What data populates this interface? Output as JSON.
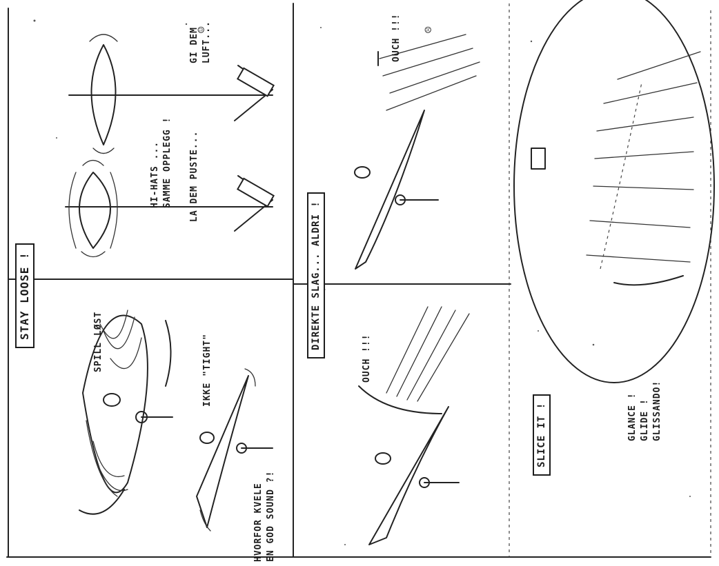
{
  "panels": {
    "stay_loose": {
      "title": "STAY LOOSE !",
      "spill_lost": "SPILL LØST",
      "ikke_tight": "IKKE \"TIGHT\"",
      "hvorfor_line1": "HVORFOR KVELE",
      "hvorfor_line2": "EN GOD SOUND ?!",
      "hihats_line1": "HI-HATS ...",
      "hihats_line2": "SAMME OPPLEGG !",
      "la_dem_puste": "LA DEM PUSTE...",
      "gi_dem_line1": "GI DEM",
      "gi_dem_line2": "LUFT...",
      "smiley": "☺"
    },
    "direkte_slag": {
      "title": "DIREKTE SLAG... ALDRI !",
      "ouch_left": "OUCH !!!",
      "ouch_right": "OUCH !!!",
      "smiley": "☹"
    },
    "slice_it": {
      "title": "SLICE IT !",
      "glance": "GLANCE !",
      "glide": "GLIDE !",
      "glissando": "GLISSANDO!"
    }
  },
  "colors": {
    "ink": "#1c1c1c",
    "paper": "#ffffff"
  }
}
